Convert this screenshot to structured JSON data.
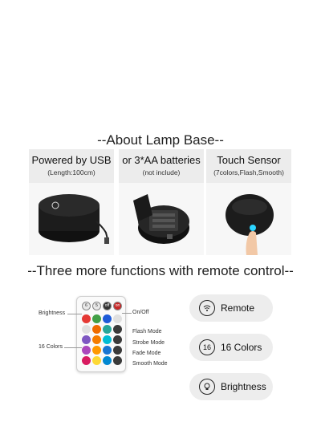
{
  "about_title": "--About Lamp Base--",
  "cards": [
    {
      "title": "Powered by USB",
      "subtitle": "(Length:100cm)"
    },
    {
      "title": "or 3*AA batteries",
      "subtitle": "(not include)"
    },
    {
      "title": "Touch Sensor",
      "subtitle": "(7colors,Flash,Smooth)"
    }
  ],
  "functions_title": "--Three more functions with remote control--",
  "remote": {
    "top_keys": [
      "6",
      "5",
      "off",
      "on"
    ],
    "labels": {
      "brightness": "Brightness",
      "on_off": "On/Off",
      "colors": "16 Colors",
      "flash": "Flash Mode",
      "strobe": "Strobe Mode",
      "fade": "Fade Mode",
      "smooth": "Smooth Mode"
    },
    "color_keys": [
      "#e53935",
      "#43a047",
      "#1e5bd8",
      "#e0e0e0",
      "#ef6c00",
      "#26a69a",
      "#7e57c2",
      "#f57c00",
      "#00bcd4",
      "#ab47bc",
      "#ff9800",
      "#1976d2",
      "#d81b60",
      "#fdd835",
      "#0288d1",
      "#ec407a"
    ]
  },
  "features": [
    {
      "icon": "remote-icon",
      "label": "Remote"
    },
    {
      "icon": "sixteen-icon",
      "icon_text": "16",
      "label": "16 Colors"
    },
    {
      "icon": "bulb-icon",
      "label": "Brightness"
    }
  ],
  "colors": {
    "pill_bg": "#ededed",
    "card_bg": "#ececec",
    "base": "#1c1c1c"
  }
}
